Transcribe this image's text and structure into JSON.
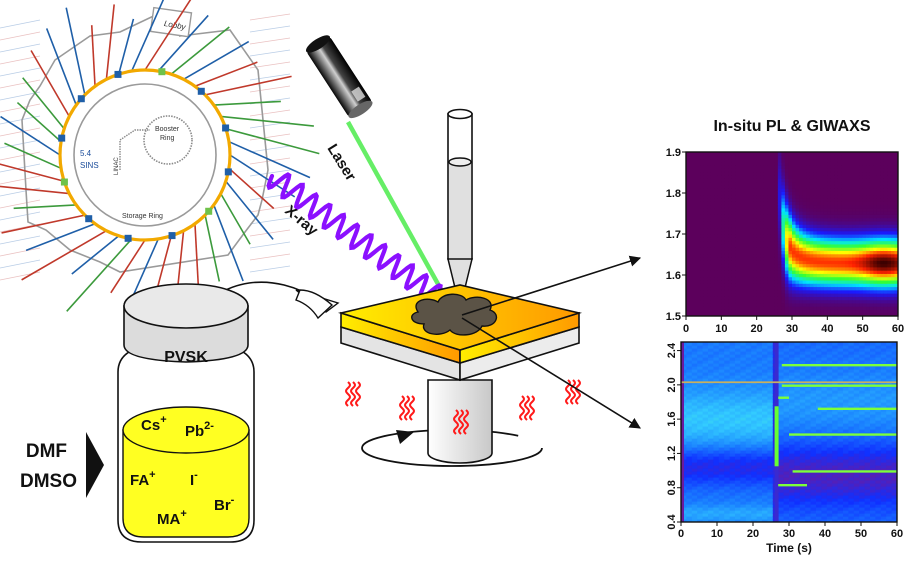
{
  "synchrotron": {
    "lobby": "Lobby",
    "booster": [
      "Booster",
      "Ring"
    ],
    "linac": "LINAC",
    "beamline": [
      "5.4",
      "SINS"
    ],
    "storage": "Storage Ring"
  },
  "beams": {
    "laser": "Laser",
    "xray": "X-ray",
    "laser_color": "#66ee66",
    "xray_color": "#8b10ff"
  },
  "vial": {
    "cap_label": "PVSK",
    "liquid_color": "#ffff22",
    "ions": [
      {
        "base": "Cs",
        "sup": "+"
      },
      {
        "base": "Pb",
        "sup": "2-"
      },
      {
        "base": "FA",
        "sup": "+"
      },
      {
        "base": "I",
        "sup": "-"
      },
      {
        "base": "Br",
        "sup": "-"
      },
      {
        "base": "MA",
        "sup": "+"
      }
    ],
    "solvents": [
      "DMF",
      "DMSO"
    ]
  },
  "stage": {
    "substrate_colors": [
      "#ffee00",
      "#ff9900"
    ],
    "heat_color": "#ff1a1a"
  },
  "title": "In-situ PL & GIWAXS",
  "chart_data": [
    {
      "type": "heatmap",
      "name": "In-situ PL",
      "x": {
        "label": "",
        "range": [
          0,
          60
        ],
        "ticks": [
          0,
          10,
          20,
          30,
          40,
          50,
          60
        ]
      },
      "y": {
        "label": "",
        "range": [
          1.5,
          1.9
        ],
        "ticks": [
          "1.5",
          "1.6",
          "1.7",
          "1.8",
          "1.9"
        ]
      },
      "colormap": [
        "#5c005c",
        "#1a1aff",
        "#00e5ff",
        "#33ff33",
        "#ffff00",
        "#ff2200",
        "#3a0000"
      ],
      "features": {
        "onset_time": 26,
        "peak_energy_start": 1.7,
        "peak_energy_end": 1.63,
        "max_intensity_at": [
          56,
          1.635
        ]
      }
    },
    {
      "type": "heatmap",
      "name": "In-situ GIWAXS",
      "x": {
        "label": "Time (s)",
        "range": [
          0,
          60
        ],
        "ticks": [
          0,
          10,
          20,
          30,
          40,
          50,
          60
        ]
      },
      "y": {
        "label": "",
        "range": [
          0.4,
          2.5
        ],
        "ticks": [
          "0.4",
          "0.8",
          "1.2",
          "1.6",
          "2.0",
          "2.4"
        ]
      },
      "colormap": [
        "#6a1aa0",
        "#1030ff",
        "#1a80ff",
        "#33ccff",
        "#66ff33"
      ],
      "features": {
        "transition_time": 26,
        "reference_line_q": 2.03,
        "bright_lines": [
          {
            "q": 2.23,
            "from": 28,
            "to": 60
          },
          {
            "q": 1.99,
            "from": 28,
            "to": 60
          },
          {
            "q": 1.72,
            "from": 38,
            "to": 60
          },
          {
            "q": 1.42,
            "from": 30,
            "to": 60
          },
          {
            "q": 0.99,
            "from": 31,
            "to": 60
          },
          {
            "q": 0.83,
            "from": 27,
            "to": 35
          },
          {
            "q": 1.85,
            "from": 27,
            "to": 30
          }
        ]
      }
    }
  ]
}
